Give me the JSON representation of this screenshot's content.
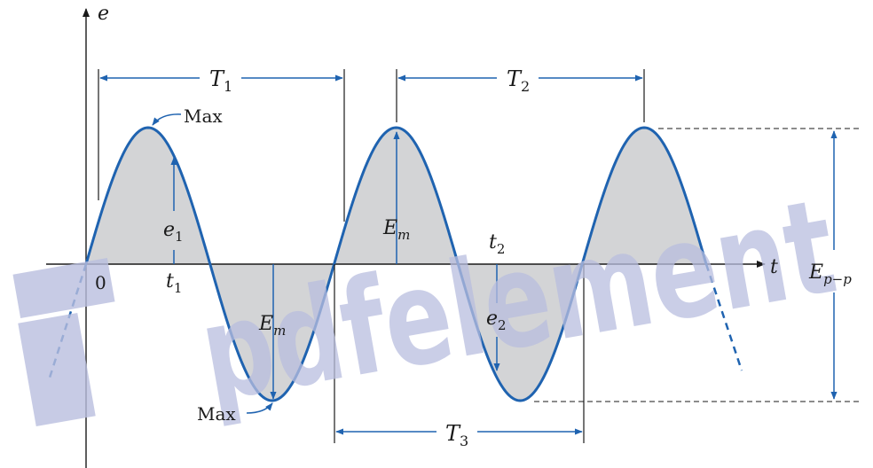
{
  "axes": {
    "vertical_label": "e",
    "horizontal_label": "t",
    "origin_label": "0"
  },
  "periods": [
    {
      "base": "T",
      "sub": "1"
    },
    {
      "base": "T",
      "sub": "2"
    },
    {
      "base": "T",
      "sub": "3"
    }
  ],
  "annotations": {
    "max_top": "Max",
    "max_bottom": "Max",
    "e1": {
      "base": "e",
      "sub": "1"
    },
    "t1": {
      "base": "t",
      "sub": "1"
    },
    "e2": {
      "base": "e",
      "sub": "2"
    },
    "t2": {
      "base": "t",
      "sub": "2"
    },
    "em_pos": {
      "base": "E",
      "sub": "m"
    },
    "em_neg": {
      "base": "E",
      "sub": "m"
    },
    "epp": {
      "base": "E",
      "sub": "p−p"
    }
  },
  "watermark": "pdfelement",
  "colors": {
    "wave": "#1f63b0",
    "fill": "#d3d4d6",
    "axis": "#1a1a1a",
    "annotation": "#1f63b0",
    "watermark": "#b9bedf"
  }
}
